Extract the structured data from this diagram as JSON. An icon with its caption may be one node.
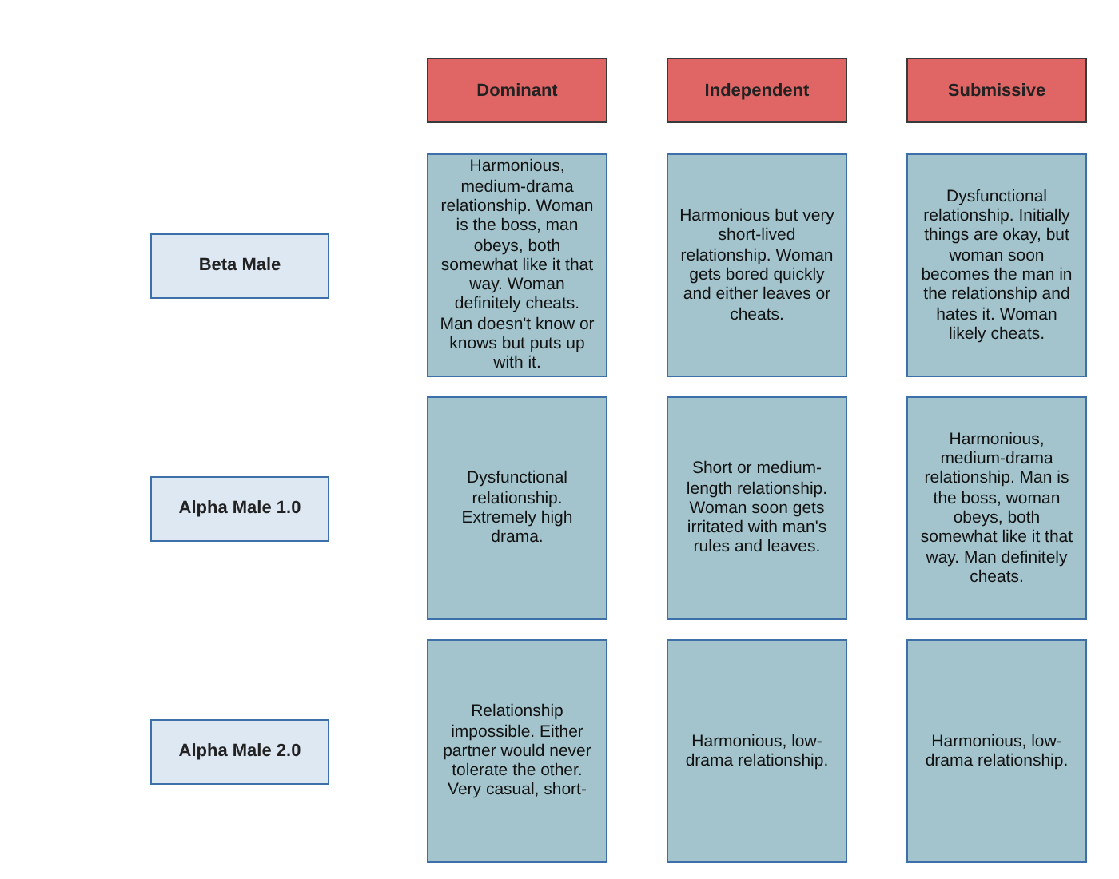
{
  "diagram": {
    "nodes": [
      {
        "text": [
          "Dominant"
        ]
      },
      {
        "text": [
          "Independent"
        ]
      },
      {
        "text": [
          "Submissive"
        ]
      },
      {
        "text": [
          "Beta Male"
        ]
      },
      {
        "text": [
          "Harmonious, medium-drama relationship. Woman is the boss, man obeys, both somewhat like it that way. Woman definitely cheats. Man doesn't know or knows but puts up with it."
        ]
      },
      {
        "text": [
          "Harmonious but very short-lived relationship. Woman gets bored quickly and either leaves or cheats."
        ]
      },
      {
        "text": [
          "Dysfunctional relationship. Initially things are okay, but woman soon becomes the man in the relationship and hates it. Woman likely cheats."
        ]
      },
      {
        "text": [
          "Alpha Male 1.0"
        ]
      },
      {
        "text": [
          "Dysfunctional relationship. Extremely high drama."
        ]
      },
      {
        "text": [
          "Short or medium-length relationship. Woman soon gets irritated with man's rules and leaves."
        ]
      },
      {
        "text": [
          "Harmonious, medium-drama relationship. Man is the boss, woman obeys, both somewhat like it that way. Man definitely cheats."
        ]
      },
      {
        "text": [
          "Alpha Male 2.0"
        ]
      },
      {
        "text": [
          "Relationship impossible. Either partner would never tolerate the other. Very casual, short-"
        ]
      },
      {
        "text": [
          "Harmonious, low-drama relationship."
        ]
      },
      {
        "text": [
          "Harmonious, low-drama relationship."
        ]
      }
    ]
  }
}
